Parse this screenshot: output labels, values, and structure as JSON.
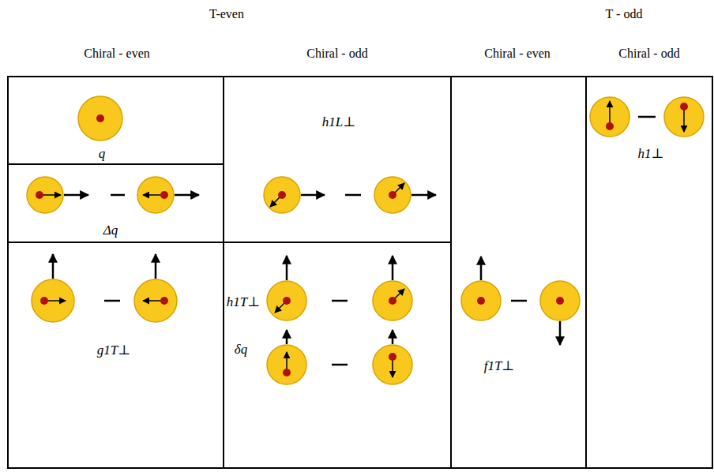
{
  "diagram": {
    "nodes": [
      {
        "text": [
          "q"
        ]
      },
      {
        "text": [
          "Δq"
        ]
      },
      {
        "text": [
          "g1T⊥"
        ]
      },
      {
        "text": [
          "h1L⊥"
        ]
      },
      {
        "text": [
          "h1T⊥",
          "δq"
        ]
      },
      {
        "text": [
          "f1T⊥"
        ]
      },
      {
        "text": [
          "h1⊥"
        ]
      }
    ],
    "labels": [
      "T-even",
      "T - odd",
      "Chiral - even",
      "Chiral - odd",
      "Chiral - even",
      "Chiral - odd"
    ]
  }
}
